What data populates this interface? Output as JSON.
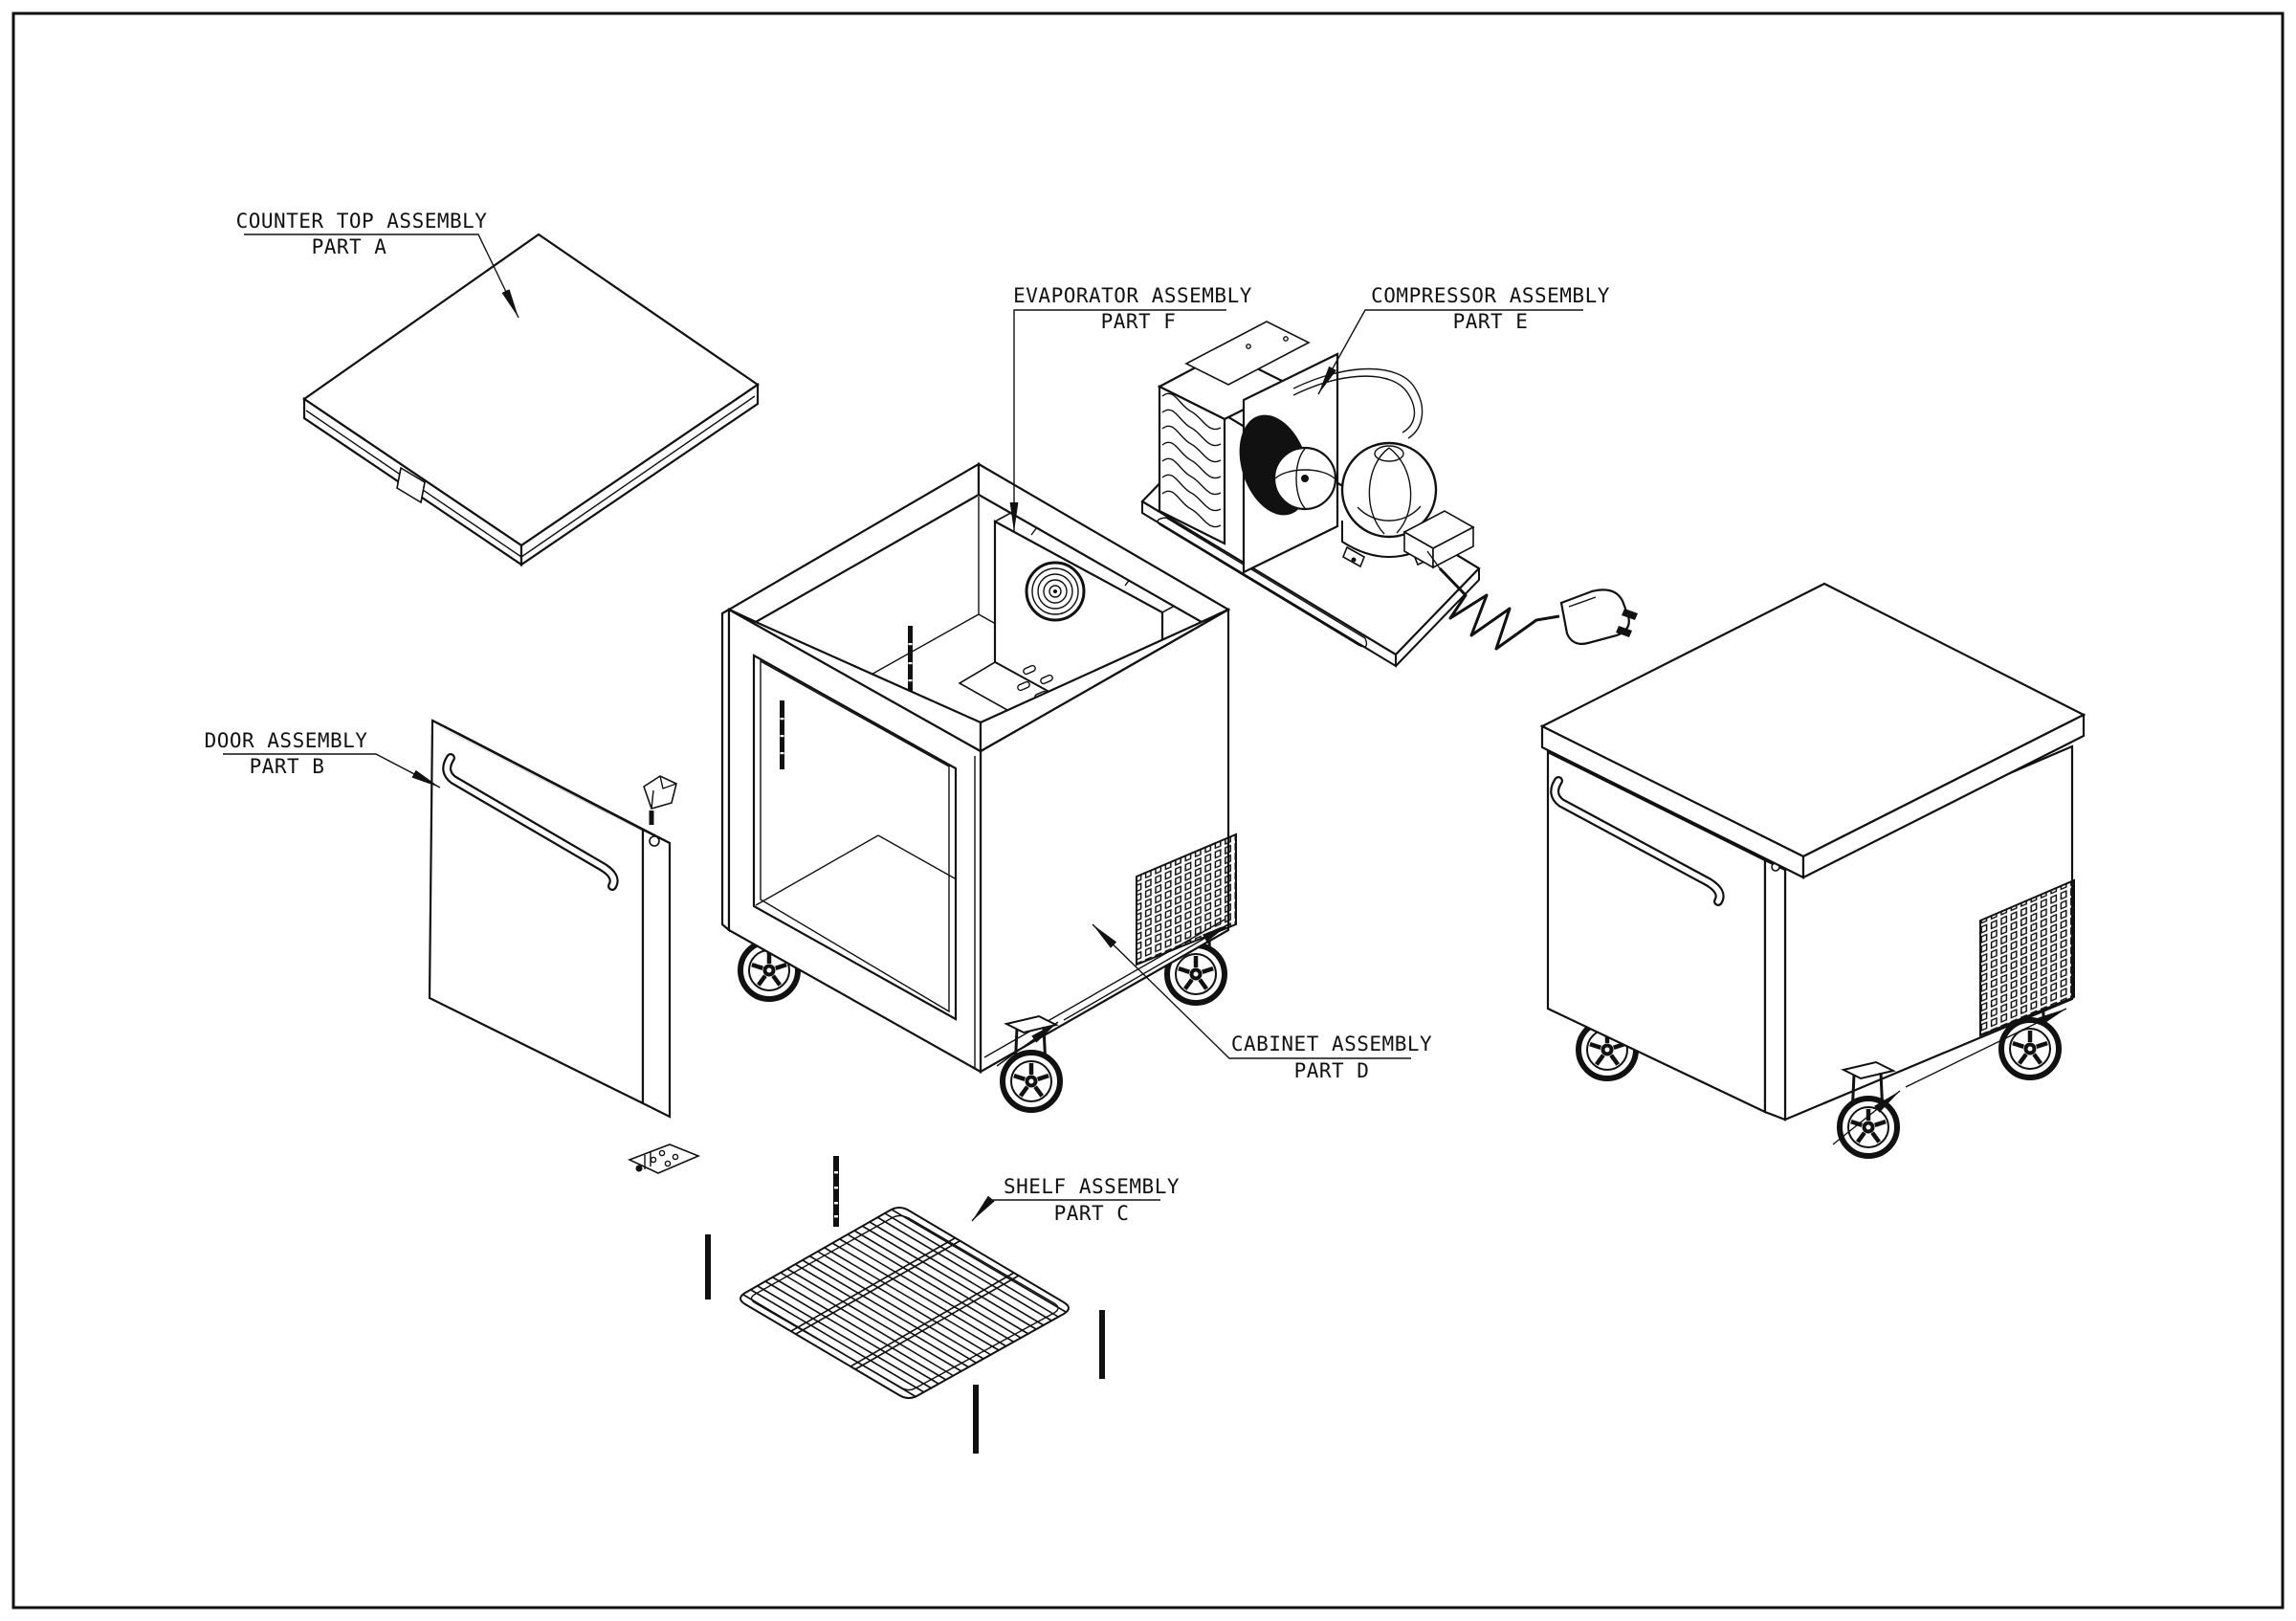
{
  "drawing": {
    "type": "exploded-assembly-diagram",
    "subject": "undercounter refrigerator",
    "colors": {
      "line": "#111111",
      "background": "#ffffff"
    }
  },
  "labels": {
    "counter_top": {
      "title": "COUNTER TOP ASSEMBLY",
      "part": "PART A"
    },
    "door": {
      "title": "DOOR ASSEMBLY",
      "part": "PART B"
    },
    "shelf": {
      "title": "SHELF ASSEMBLY",
      "part": "PART C"
    },
    "cabinet": {
      "title": "CABINET ASSEMBLY",
      "part": "PART D"
    },
    "compressor": {
      "title": "COMPRESSOR ASSEMBLY",
      "part": "PART E"
    },
    "evaporator": {
      "title": "EVAPORATOR ASSEMBLY",
      "part": "PART F"
    }
  }
}
